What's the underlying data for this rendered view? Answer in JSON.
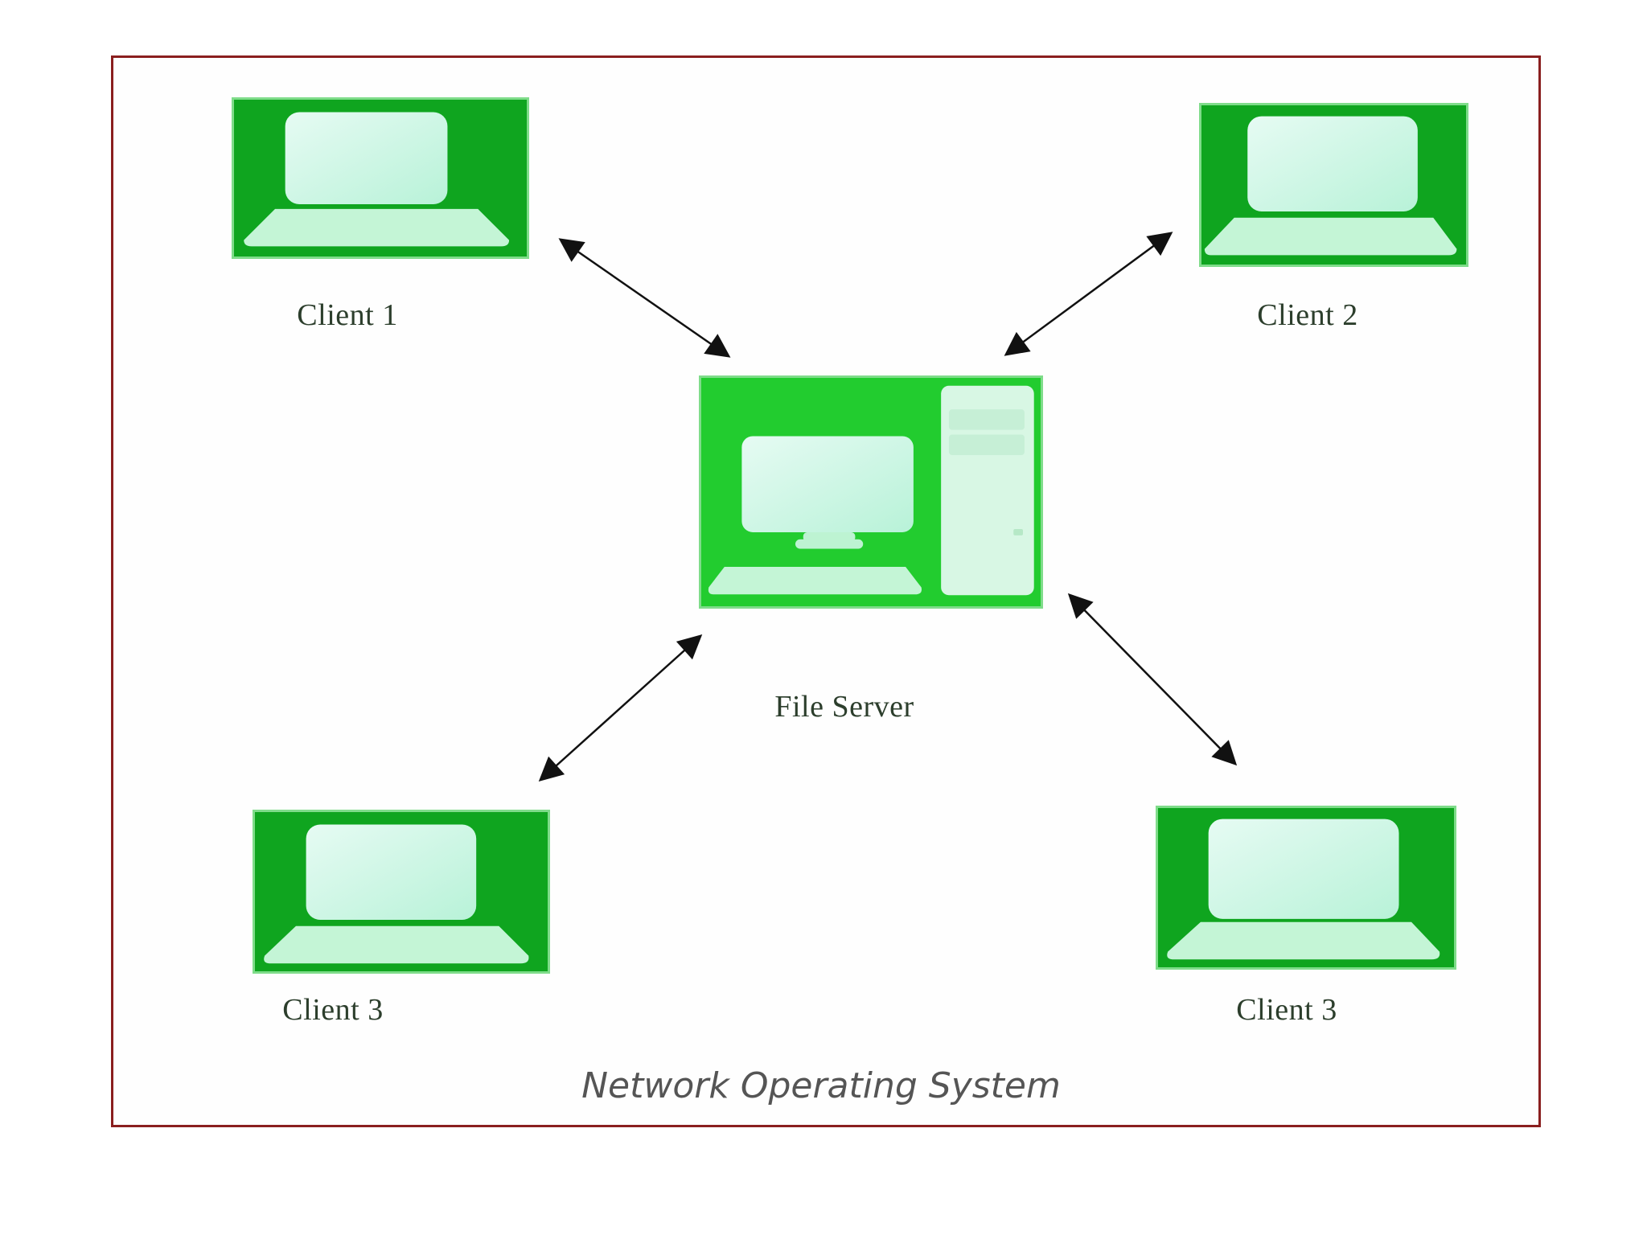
{
  "diagram": {
    "caption": "Network Operating System",
    "server": {
      "label": "File Server",
      "icon": "desktop-computer-icon"
    },
    "clients": [
      {
        "label": "Client 1",
        "icon": "laptop-icon"
      },
      {
        "label": "Client 2",
        "icon": "laptop-icon"
      },
      {
        "label": "Client 3",
        "icon": "laptop-icon"
      },
      {
        "label": "Client 3",
        "icon": "laptop-icon"
      }
    ],
    "connections": [
      {
        "from": "Client 1",
        "to": "File Server",
        "direction": "bidirectional"
      },
      {
        "from": "Client 2",
        "to": "File Server",
        "direction": "bidirectional"
      },
      {
        "from": "Client 3",
        "to": "File Server",
        "direction": "bidirectional"
      },
      {
        "from": "Client 3",
        "to": "File Server",
        "direction": "bidirectional"
      }
    ],
    "colors": {
      "device_background": "#0fa51f",
      "server_background": "#22cc2f",
      "screen": "#c8f7e6",
      "frame_border": "#8a1f1f",
      "arrow": "#111111"
    }
  }
}
